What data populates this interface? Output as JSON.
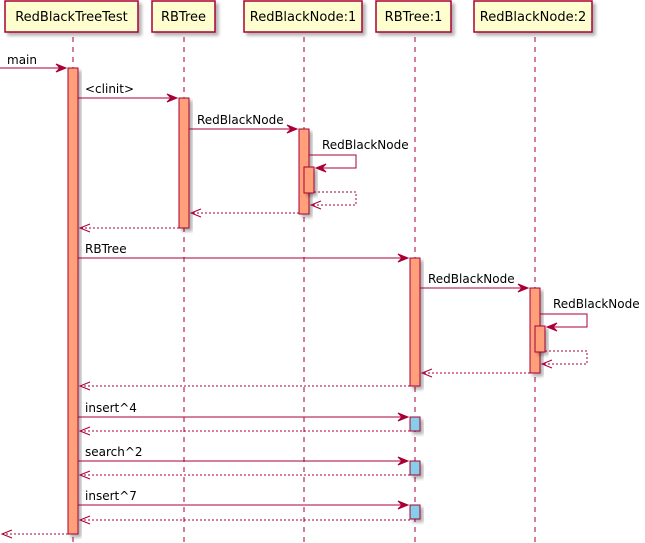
{
  "diagram": {
    "type": "sequence",
    "colors": {
      "line": "#A80036",
      "participant_fill": "#FEFECE",
      "activation_fill": "#FFA07A",
      "activation_fill_call": "#87CEEB",
      "shadow": "#C0C0C0"
    },
    "participants": [
      {
        "id": "p0",
        "label": "RedBlackTreeTest"
      },
      {
        "id": "p1",
        "label": "RBTree"
      },
      {
        "id": "p2",
        "label": "RedBlackNode:1"
      },
      {
        "id": "p3",
        "label": "RBTree:1"
      },
      {
        "id": "p4",
        "label": "RedBlackNode:2"
      }
    ],
    "messages": [
      {
        "from": "external",
        "to": "p0",
        "label": "main",
        "kind": "call"
      },
      {
        "from": "p0",
        "to": "p1",
        "label": "<clinit>",
        "kind": "call"
      },
      {
        "from": "p1",
        "to": "p2",
        "label": "RedBlackNode",
        "kind": "call"
      },
      {
        "from": "p2",
        "to": "p2",
        "label": "RedBlackNode",
        "kind": "self-call"
      },
      {
        "from": "p2",
        "to": "p2",
        "label": "",
        "kind": "self-return"
      },
      {
        "from": "p2",
        "to": "p1",
        "label": "",
        "kind": "return"
      },
      {
        "from": "p1",
        "to": "p0",
        "label": "",
        "kind": "return"
      },
      {
        "from": "p0",
        "to": "p3",
        "label": "RBTree",
        "kind": "call"
      },
      {
        "from": "p3",
        "to": "p4",
        "label": "RedBlackNode",
        "kind": "call"
      },
      {
        "from": "p4",
        "to": "p4",
        "label": "RedBlackNode",
        "kind": "self-call"
      },
      {
        "from": "p4",
        "to": "p4",
        "label": "",
        "kind": "self-return"
      },
      {
        "from": "p4",
        "to": "p3",
        "label": "",
        "kind": "return"
      },
      {
        "from": "p3",
        "to": "p0",
        "label": "",
        "kind": "return"
      },
      {
        "from": "p0",
        "to": "p3",
        "label": "insert^4",
        "kind": "call"
      },
      {
        "from": "p3",
        "to": "p0",
        "label": "",
        "kind": "return"
      },
      {
        "from": "p0",
        "to": "p3",
        "label": "search^2",
        "kind": "call"
      },
      {
        "from": "p3",
        "to": "p0",
        "label": "",
        "kind": "return"
      },
      {
        "from": "p0",
        "to": "p3",
        "label": "insert^7",
        "kind": "call"
      },
      {
        "from": "p3",
        "to": "p0",
        "label": "",
        "kind": "return"
      },
      {
        "from": "p0",
        "to": "external",
        "label": "",
        "kind": "return"
      }
    ]
  }
}
